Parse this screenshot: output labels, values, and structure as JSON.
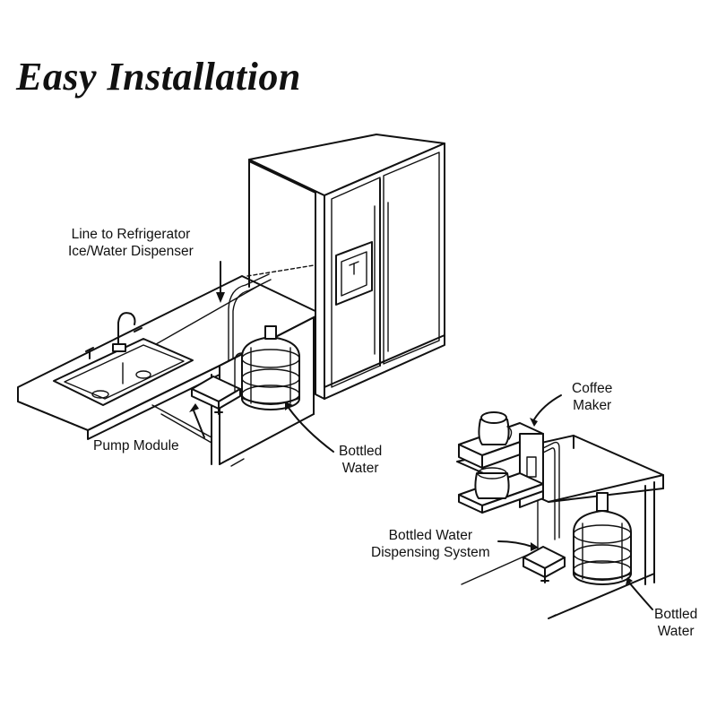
{
  "title": "Easy Installation",
  "labels": {
    "line_to_fridge": [
      "Line to Refrigerator",
      "Ice/Water Dispenser"
    ],
    "pump_module": "Pump Module",
    "bottled_water_1": [
      "Bottled",
      "Water"
    ],
    "coffee_maker": [
      "Coffee",
      "Maker"
    ],
    "dispensing_system": [
      "Bottled Water",
      "Dispensing System"
    ],
    "bottled_water_2": [
      "Bottled",
      "Water"
    ]
  },
  "icons": [
    "refrigerator",
    "sink",
    "faucet",
    "pump-module",
    "water-bottle",
    "coffee-maker",
    "carafe"
  ],
  "colors": {
    "line": "#111111",
    "background": "#ffffff"
  }
}
